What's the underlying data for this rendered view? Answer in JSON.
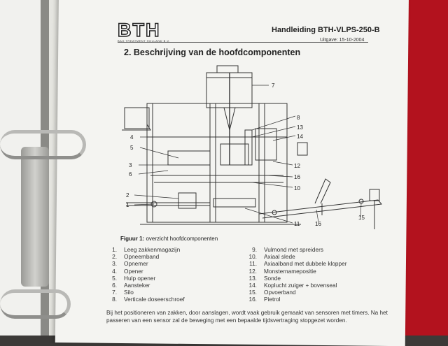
{
  "header": {
    "logo_text": "BTH",
    "logo_sub": "BAG TREATMENT   HOLLAND   B.V.",
    "doc_title": "Handleiding BTH-VLPS-250-B",
    "date": "Uitgave: 15-10-2004"
  },
  "section_heading": "2.  Beschrijving van de hoofdcomponenten",
  "diagram": {
    "callouts": [
      "1",
      "2",
      "3",
      "4",
      "5",
      "6",
      "7",
      "8",
      "10",
      "11",
      "12",
      "13",
      "14",
      "15",
      "16",
      "16"
    ]
  },
  "figure_caption": {
    "label": "Figuur 1:",
    "text": " overzicht hoofdcomponenten"
  },
  "components_left": [
    {
      "num": "1.",
      "label": "Leeg zakkenmagazijn"
    },
    {
      "num": "2.",
      "label": "Opneemband"
    },
    {
      "num": "3.",
      "label": "Opnemer"
    },
    {
      "num": "4.",
      "label": "Opener"
    },
    {
      "num": "5.",
      "label": "Hulp opener"
    },
    {
      "num": "6.",
      "label": "Aansteker"
    },
    {
      "num": "7.",
      "label": "Silo"
    },
    {
      "num": "8.",
      "label": "Verticale doseerschroef"
    }
  ],
  "components_right": [
    {
      "num": "9.",
      "label": "Vulmond met spreiders"
    },
    {
      "num": "10.",
      "label": "Axiaal slede"
    },
    {
      "num": "11.",
      "label": "Axiaalband met dubbele klopper"
    },
    {
      "num": "12.",
      "label": "Monsternamepositie"
    },
    {
      "num": "13.",
      "label": "Sonde"
    },
    {
      "num": "14.",
      "label": "Koplucht zuiger + bovenseal"
    },
    {
      "num": "15.",
      "label": "Opvoerband"
    },
    {
      "num": "16.",
      "label": "Pietrol"
    }
  ],
  "paragraph": "Bij het positioneren van zakken, door aanslagen, wordt vaak gebruik gemaakt van sensoren met timers. Na het passeren van een sensor zal de beweging met een bepaalde tijdsvertraging stopgezet worden."
}
